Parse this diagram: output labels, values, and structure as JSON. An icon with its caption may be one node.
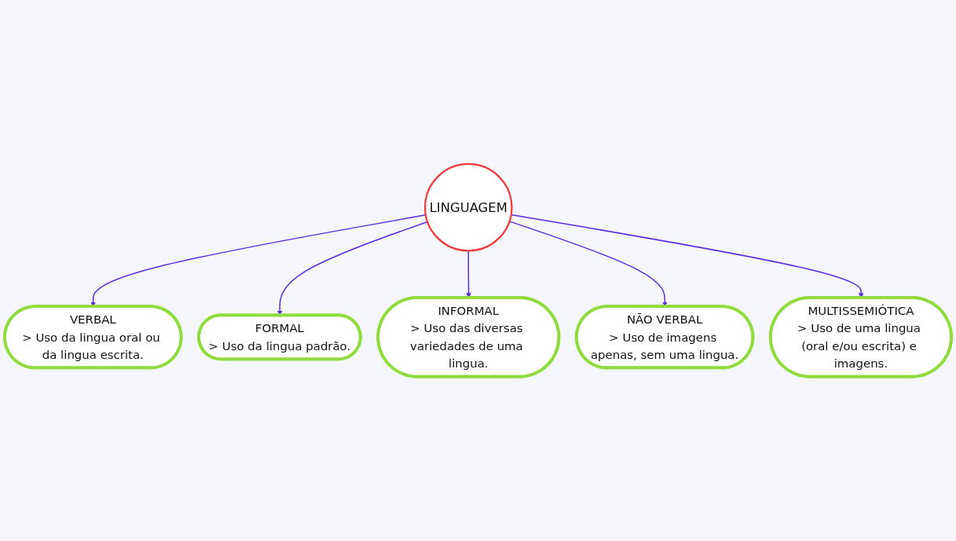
{
  "diagram": {
    "nodes": [
      {
        "text": [
          "LINGUAGEM"
        ]
      },
      {
        "text": [
          "VERBAL",
          "> Uso da lingua oral ou da lingua escrita."
        ]
      },
      {
        "text": [
          "FORMAL",
          "> Uso da lingua padrão."
        ]
      },
      {
        "text": [
          "INFORMAL",
          "> Uso das diversas variedades de uma lingua."
        ]
      },
      {
        "text": [
          "NÃO VERBAL",
          "> Uso de imagens apenas, sem uma lingua."
        ]
      },
      {
        "text": [
          "MULTISSEMIÓTICA",
          "> Uso de uma lingua (oral e/ou escrita) e imagens."
        ]
      }
    ],
    "edges": [
      {
        "from": 0,
        "to": 1,
        "arrow": "to"
      },
      {
        "from": 0,
        "to": 2,
        "arrow": "to"
      },
      {
        "from": 0,
        "to": 3,
        "arrow": "to"
      },
      {
        "from": 0,
        "to": 4,
        "arrow": "to"
      },
      {
        "from": 0,
        "to": 5,
        "arrow": "to"
      }
    ]
  }
}
